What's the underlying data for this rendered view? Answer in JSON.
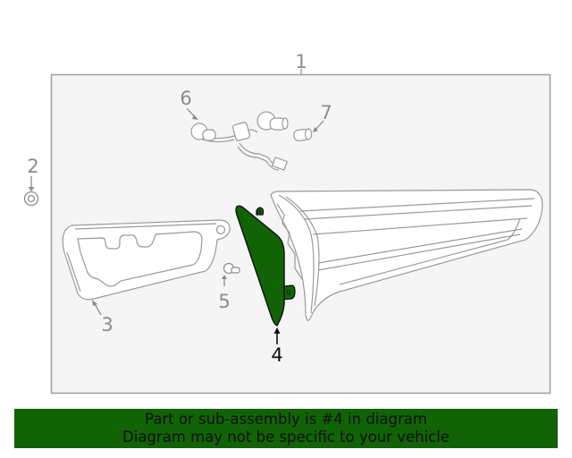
{
  "diagram": {
    "callouts": [
      {
        "id": "1",
        "label": "1"
      },
      {
        "id": "2",
        "label": "2"
      },
      {
        "id": "3",
        "label": "3"
      },
      {
        "id": "4",
        "label": "4",
        "highlighted": true
      },
      {
        "id": "5",
        "label": "5"
      },
      {
        "id": "6",
        "label": "6"
      },
      {
        "id": "7",
        "label": "7"
      }
    ],
    "highlight_color": "#116306",
    "box_border_color": "#a0a0a0",
    "box_fill_color": "#f5f5f5"
  },
  "banner": {
    "line1": "Part or sub-assembly is #4 in diagram",
    "line2": "Diagram may not be specific to your vehicle",
    "background": "#116306"
  }
}
